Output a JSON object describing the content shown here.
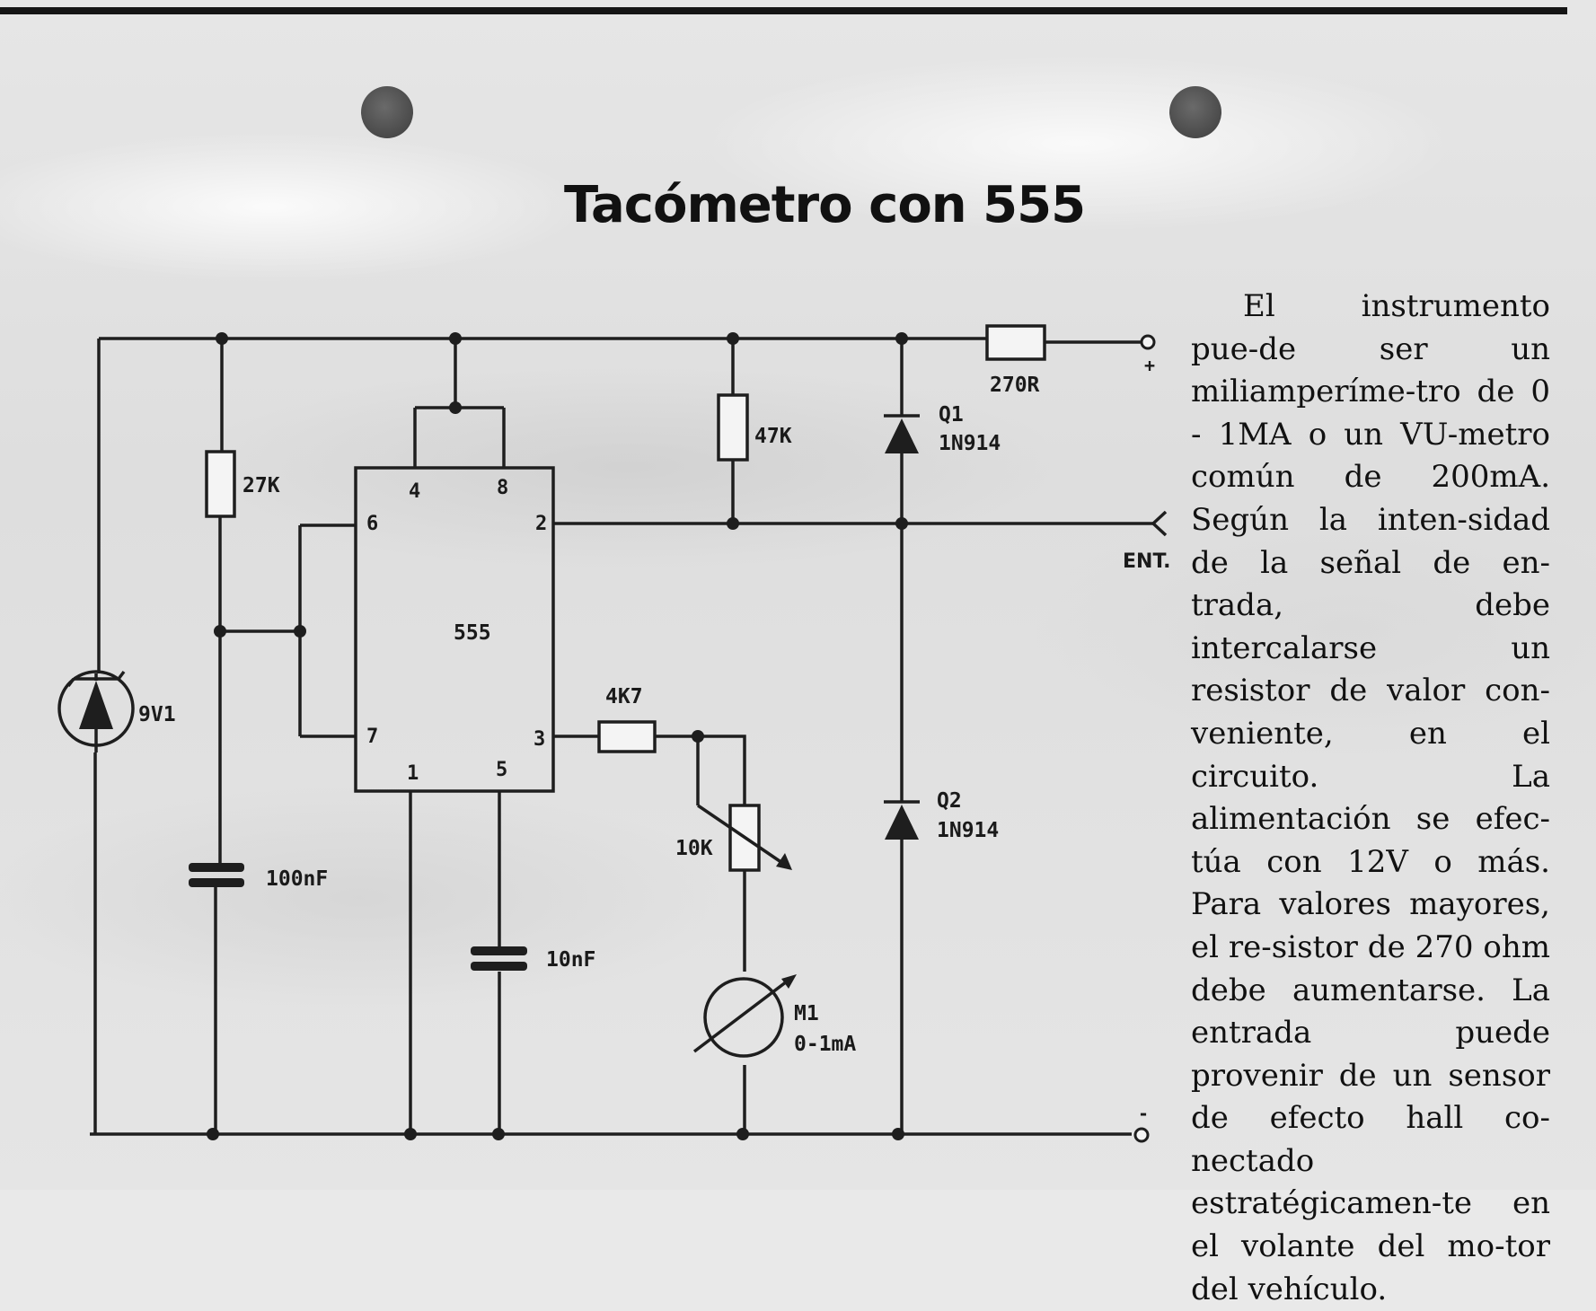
{
  "title": "Tacómetro con 555",
  "schematic": {
    "ic": {
      "label": "555",
      "pins": {
        "p1": "1",
        "p2": "2",
        "p3": "3",
        "p4": "4",
        "p5": "5",
        "p6": "6",
        "p7": "7",
        "p8": "8"
      }
    },
    "components": {
      "r_27k": "27K",
      "r_47k": "47K",
      "r_270": "270R",
      "r_4k7": "4K7",
      "pot_10k": "10K",
      "c_100nf": "100nF",
      "c_10nf": "10nF",
      "zener": "9V1",
      "q1_name": "Q1",
      "q1_part": "1N914",
      "q2_name": "Q2",
      "q2_part": "1N914",
      "meter_name": "M1",
      "meter_range": "0-1mA"
    },
    "terminals": {
      "plus": "+",
      "minus": "-",
      "input": "ENT."
    }
  },
  "description": "El instrumento pue-de ser un miliamperíme-tro de 0 - 1MA o un VU-metro común de 200mA. Según la inten-sidad de la señal de en-trada, debe intercalarse un resistor de valor con-veniente, en el circuito. La alimentación se efec-túa con 12V o más. Para valores mayores, el re-sistor de 270 ohm debe aumentarse. La entrada puede provenir de un sensor de efecto hall co-nectado estratégicamen-te en el volante del mo-tor del vehículo."
}
